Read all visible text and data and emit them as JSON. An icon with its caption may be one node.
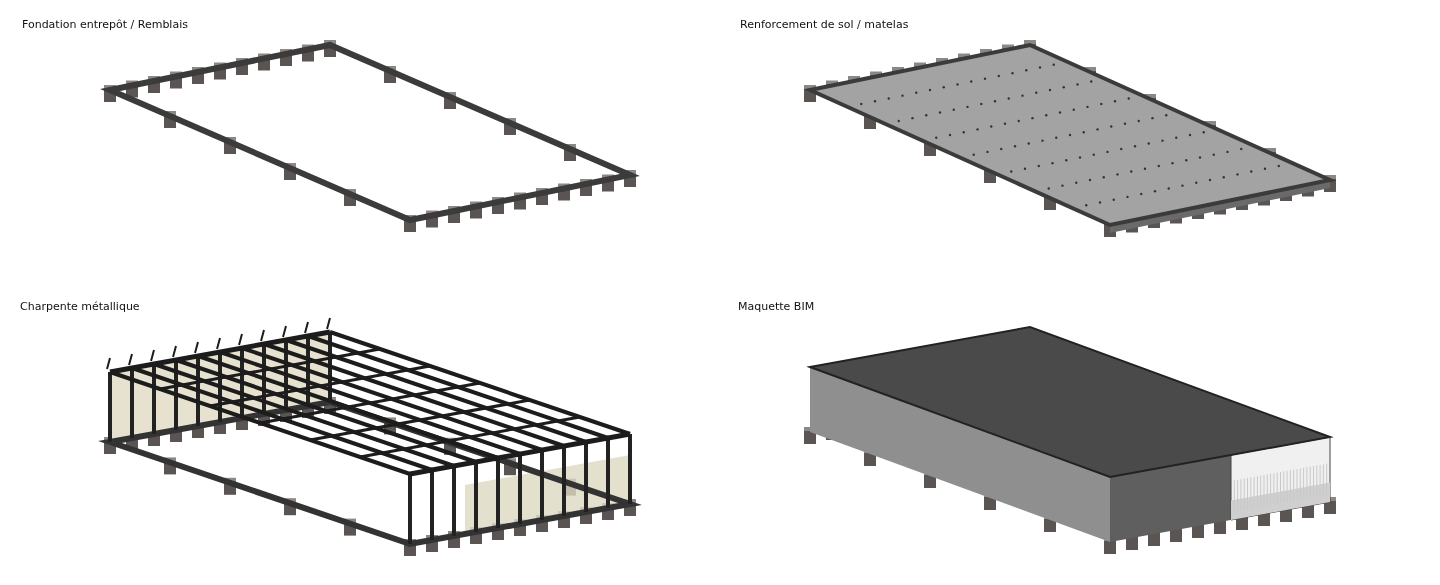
{
  "diagram": {
    "labels": [
      "Fondation entrepôt / Remblais",
      "Renforcement de sol / matelas",
      "Charpente métallique",
      "Maquette BIM"
    ]
  }
}
